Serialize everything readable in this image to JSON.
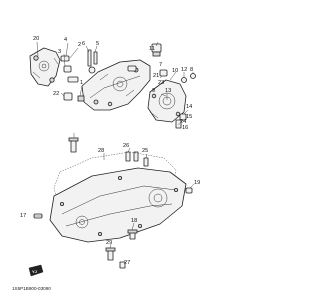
{
  "diagram": {
    "callouts": [
      "20",
      "4",
      "2",
      "3",
      "6",
      "5",
      "22",
      "1",
      "11",
      "10",
      "12",
      "8",
      "7",
      "21",
      "23",
      "9",
      "13",
      "14",
      "15",
      "16",
      "24",
      "26",
      "25",
      "28",
      "19",
      "17",
      "18",
      "29",
      "27"
    ],
    "reference_code": "1S5P1B900-03090",
    "badge_text": "YJ"
  }
}
